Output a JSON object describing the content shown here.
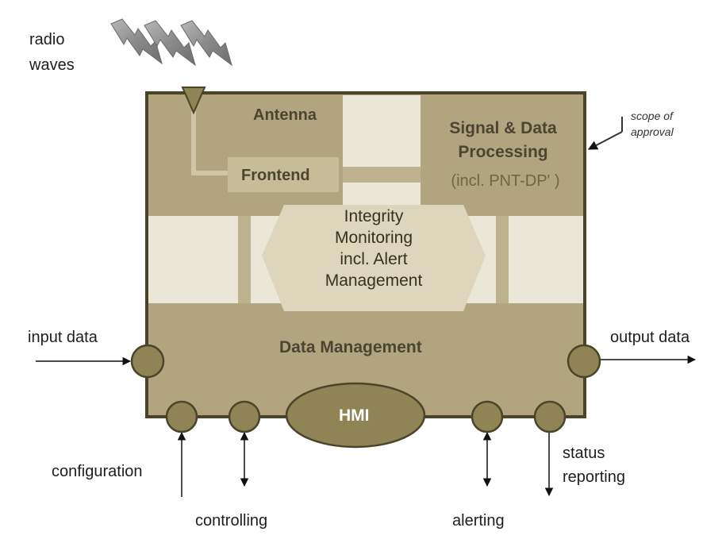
{
  "labels": {
    "radio_waves": "radio\nwaves",
    "antenna": "Antenna",
    "frontend": "Frontend",
    "signal_processing_title": "Signal & Data\nProcessing",
    "signal_processing_sub": "(incl. PNT-DP' )",
    "scope_of_approval": "scope of\napproval",
    "integrity_monitoring": "Integrity\nMonitoring\nincl. Alert\nManagement",
    "data_management": "Data Management",
    "input_data": "input data",
    "output_data": "output data",
    "hmi": "HMI",
    "configuration": "configuration",
    "controlling": "controlling",
    "alerting": "alerting",
    "status_reporting": "status\nreporting"
  },
  "colors": {
    "module": "#b0a57e",
    "border": "#4a4528",
    "light_panel": "#ebe7d8",
    "hexagon": "#ddd6bc",
    "frontend_box": "#c7bc98",
    "port": "#8e8456",
    "hmi": "#8e8456"
  },
  "icons": {
    "radio_waves": "lightning-bolt-icon",
    "antenna": "triangle-antenna-icon"
  }
}
